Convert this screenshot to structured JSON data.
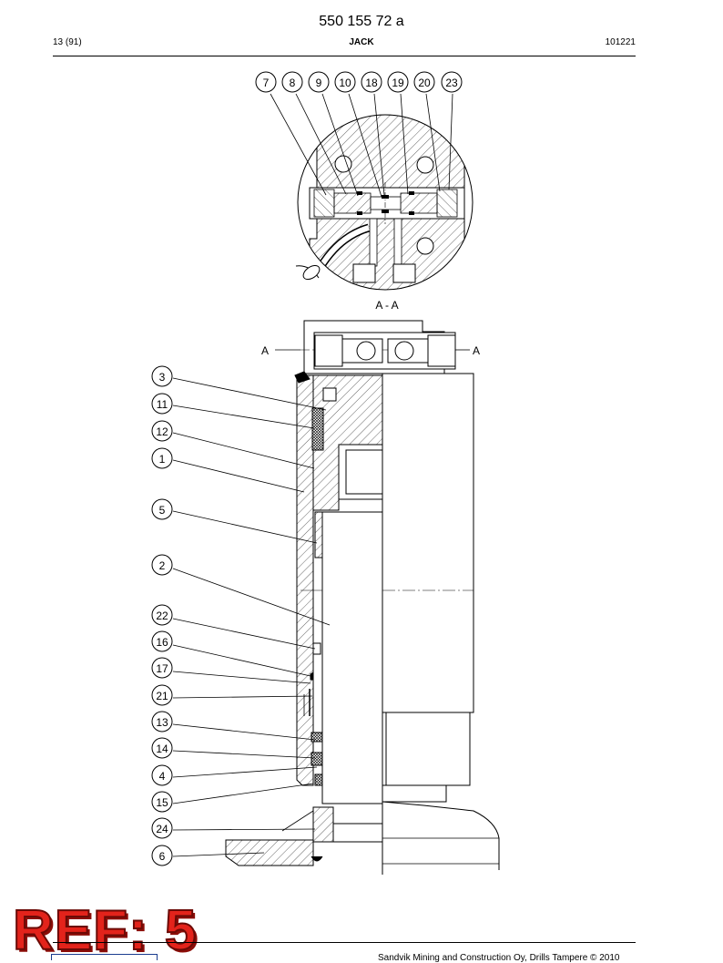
{
  "header": {
    "doc_number": "550 155 72 a",
    "page": "13 (91)",
    "title": "JACK",
    "code": "101221"
  },
  "drawing": {
    "section_label": "A - A",
    "section_marker": "A",
    "top_callouts": [
      "7",
      "8",
      "9",
      "10",
      "18",
      "19",
      "20",
      "23"
    ],
    "left_callouts": [
      "3",
      "11",
      "12",
      "1",
      "5",
      "2",
      "22",
      "16",
      "17",
      "21",
      "13",
      "14",
      "4",
      "15",
      "24",
      "6"
    ]
  },
  "stamp": {
    "text": "REF: 5"
  },
  "footer": {
    "copyright": "Sandvik Mining and Construction Oy, Drills Tampere © 2010"
  },
  "colors": {
    "stamp_red": "#e3231b",
    "line": "#000000",
    "logo_blue": "#1b3d8f"
  }
}
